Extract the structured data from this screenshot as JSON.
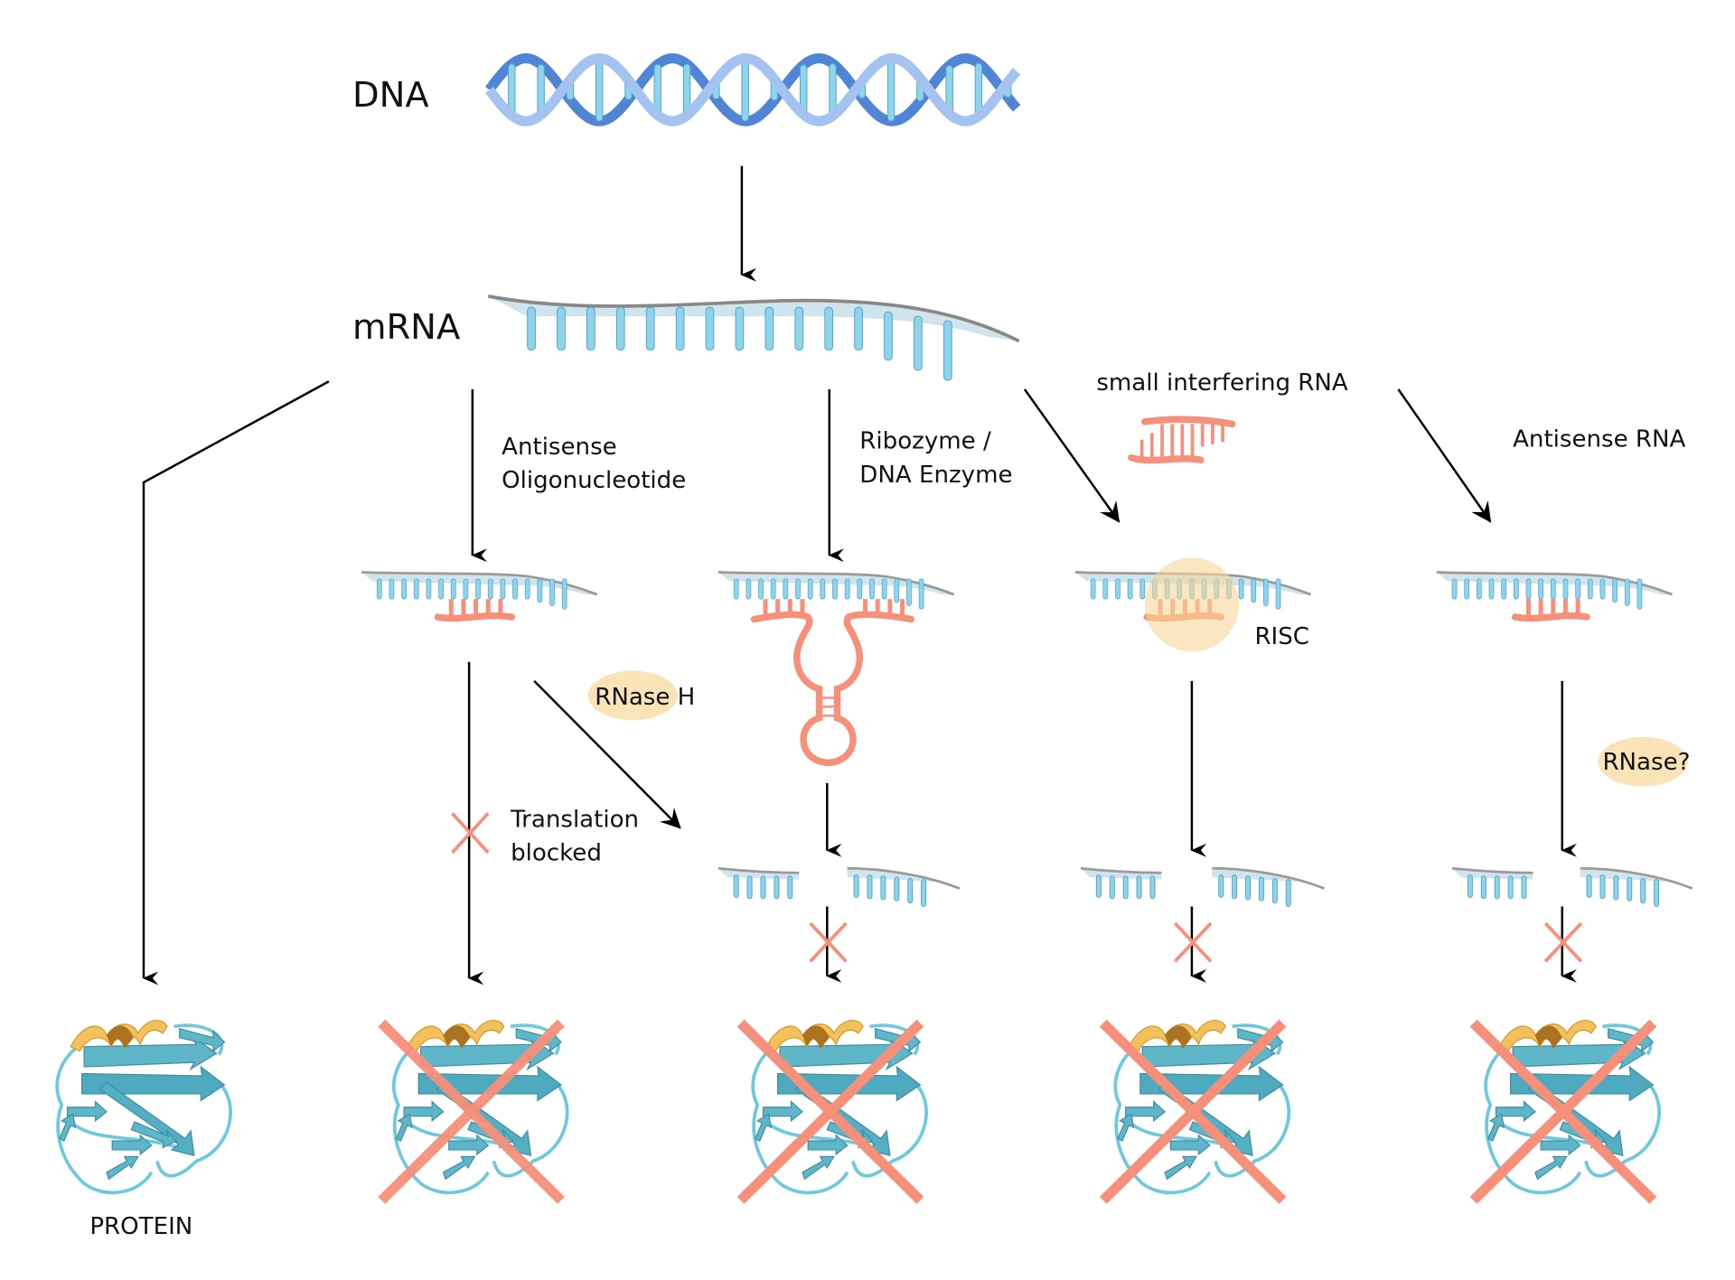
{
  "title_labels": {
    "dna": "DNA",
    "mrna": "mRNA",
    "protein": "PROTEIN"
  },
  "pathways": [
    {
      "id": "natural",
      "label": "",
      "outcome": "protein produced"
    },
    {
      "id": "antisense-oligo",
      "label_line1": "Antisense",
      "label_line2": "Oligonucleotide",
      "enzyme": "RNase H",
      "blocked_label_line1": "Translation",
      "blocked_label_line2": "blocked",
      "outcome": "protein blocked"
    },
    {
      "id": "ribozyme",
      "label_line1": "Ribozyme /",
      "label_line2": "DNA Enzyme",
      "outcome": "protein blocked"
    },
    {
      "id": "sirna",
      "label": "small interfering RNA",
      "complex": "RISC",
      "outcome": "protein blocked"
    },
    {
      "id": "antisense-rna",
      "label": "Antisense RNA",
      "enzyme": "RNase?",
      "outcome": "protein blocked"
    }
  ],
  "colors": {
    "base_blue": "#8fd3ec",
    "dna_helix": "#6a9de0",
    "antisense_pink": "#f6907a",
    "enzyme_bubble": "#fbe3b8",
    "risc_bubble": "#f9d79a",
    "protein_teal": "#5fb6c9",
    "protein_helix": "#f3c15c"
  }
}
